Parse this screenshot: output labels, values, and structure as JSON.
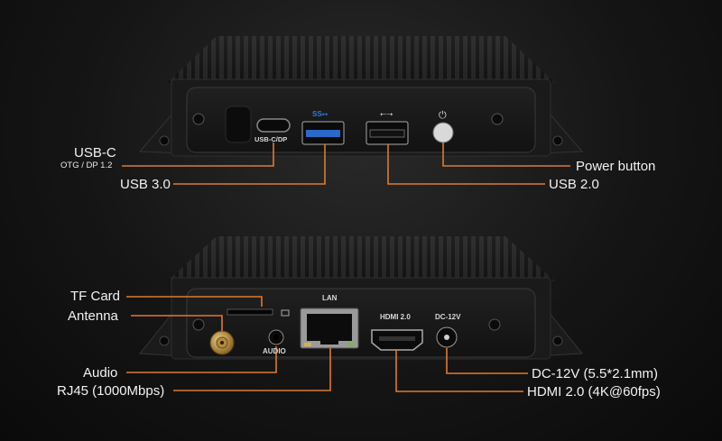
{
  "image_desc": {
    "top_labels": {
      "usb_c_title": "USB-C",
      "usb_c_sub": "OTG / DP 1.2",
      "usb3": "USB 3.0",
      "power": "Power button",
      "usb2": "USB 2.0"
    },
    "bottom_labels": {
      "tf_card": "TF Card",
      "antenna": "Antenna",
      "audio": "Audio",
      "rj45": "RJ45 (1000Mbps)",
      "dc": "DC-12V (5.5*2.1mm)",
      "hdmi": "HDMI 2.0 (4K@60fps)"
    },
    "panel_text": {
      "usbc_port": "USB-C/DP",
      "lan": "LAN",
      "hdmi_port": "HDMI 2.0",
      "dc_port": "DC-12V",
      "audio_port": "AUDIO"
    },
    "colors": {
      "leader_line": "#e07a2e",
      "chassis": "#1c1c1c",
      "background": "#141414"
    }
  }
}
